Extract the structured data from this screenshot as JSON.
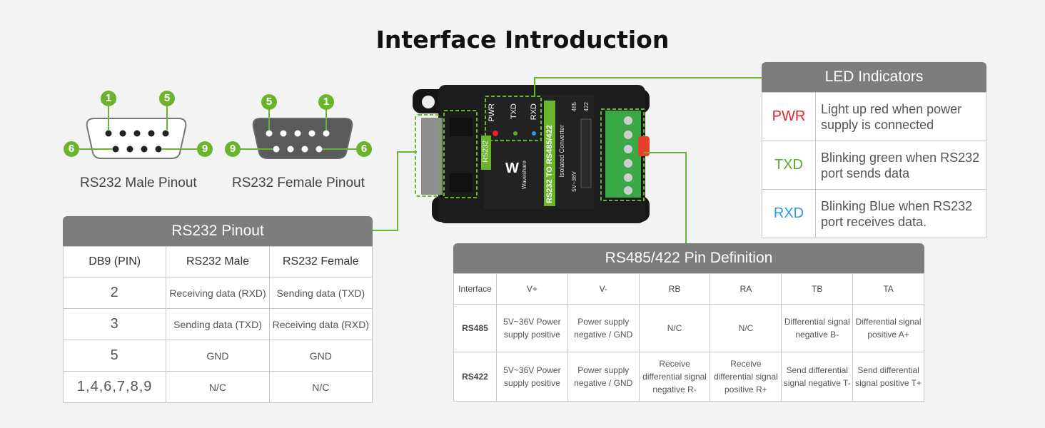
{
  "title": "Interface Introduction",
  "colors": {
    "accent_green": "#6ab52d",
    "header_gray": "#7d7d7d",
    "pwr_red": "#e8202a",
    "txd_green": "#5aa832",
    "rxd_blue": "#2a9be0"
  },
  "male": {
    "caption": "RS232 Male Pinout",
    "pins": {
      "top_left": "1",
      "top_right": "5",
      "bottom_left": "6",
      "bottom_right": "9"
    }
  },
  "female": {
    "caption": "RS232 Female Pinout",
    "pins": {
      "top_left": "5",
      "top_right": "1",
      "bottom_left": "9",
      "bottom_right": "6"
    }
  },
  "device": {
    "brand": "Waveshare",
    "model": "RS232 TO RS485/422",
    "subtitle": "Isolated Converter",
    "side_label": "RS232",
    "leds": [
      "PWR",
      "TXD",
      "RXD"
    ],
    "port_labels": [
      "485",
      "422"
    ],
    "voltage": "5V~36V"
  },
  "pinout": {
    "header": "RS232 Pinout",
    "columns": [
      "DB9 (PIN)",
      "RS232 Male",
      "RS232 Female"
    ],
    "rows": [
      [
        "2",
        "Receiving data (RXD)",
        "Sending data (TXD)"
      ],
      [
        "3",
        "Sending data (TXD)",
        "Receiving data (RXD)"
      ],
      [
        "5",
        "GND",
        "GND"
      ],
      [
        "1,4,6,7,8,9",
        "N/C",
        "N/C"
      ]
    ]
  },
  "led_table": {
    "header": "LED Indicators",
    "rows": [
      {
        "label": "PWR",
        "desc": "Light up red when power supply is connected"
      },
      {
        "label": "TXD",
        "desc": "Blinking green when RS232 port sends data"
      },
      {
        "label": "RXD",
        "desc": "Blinking Blue when RS232 port receives data."
      }
    ]
  },
  "pindef": {
    "header": "RS485/422 Pin Definition",
    "columns": [
      "Interface",
      "V+",
      "V-",
      "RB",
      "RA",
      "TB",
      "TA"
    ],
    "rows": [
      [
        "RS485",
        "5V~36V Power supply positive",
        "Power supply negative / GND",
        "N/C",
        "N/C",
        "Differential signal negative B-",
        "Differential signal positive A+"
      ],
      [
        "RS422",
        "5V~36V Power supply positive",
        "Power supply negative / GND",
        "Receive differential signal negative R-",
        "Receive differential signal positive R+",
        "Send differential signal negative T-",
        "Send differential signal positive T+"
      ]
    ]
  }
}
